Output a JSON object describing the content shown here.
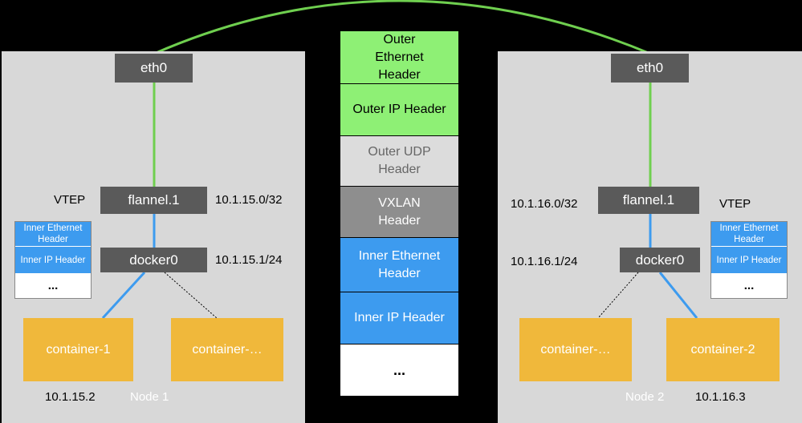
{
  "colors": {
    "background": "#000000",
    "node_panel": "#d8d8d8",
    "interface_box": "#5a5a5a",
    "container": "#f0b83b",
    "green_link": "#6fcf4f",
    "blue_link": "#3d9bef",
    "outer_header": "#8ef075",
    "udp_header": "#dcdcdc",
    "vxlan_header": "#8e8e8e",
    "inner_header": "#3d9bef"
  },
  "packet_stack": [
    {
      "label": "Outer Ethernet Header",
      "style": "green"
    },
    {
      "label": "Outer IP Header",
      "style": "green"
    },
    {
      "label": "Outer UDP Header",
      "style": "lightgray"
    },
    {
      "label": "VXLAN Header",
      "style": "darkgray"
    },
    {
      "label": "Inner Ethernet Header",
      "style": "blue"
    },
    {
      "label": "Inner IP Header",
      "style": "blue"
    },
    {
      "label": "...",
      "style": "white"
    }
  ],
  "node1": {
    "title": "Node 1",
    "eth0": "eth0",
    "flannel": "flannel.1",
    "vtep": "VTEP",
    "flannel_ip": "10.1.15.0/32",
    "docker": "docker0",
    "docker_ip": "10.1.15.1/24",
    "container_a": "container-1",
    "container_b": "container-…",
    "container_a_ip": "10.1.15.2",
    "mini_stack": [
      "Inner Ethernet Header",
      "Inner IP Header",
      "..."
    ]
  },
  "node2": {
    "title": "Node 2",
    "eth0": "eth0",
    "flannel": "flannel.1",
    "vtep": "VTEP",
    "flannel_ip": "10.1.16.0/32",
    "docker": "docker0",
    "docker_ip": "10.1.16.1/24",
    "container_a": "container-…",
    "container_b": "container-2",
    "container_b_ip": "10.1.16.3",
    "mini_stack": [
      "Inner Ethernet Header",
      "Inner IP Header",
      "..."
    ]
  }
}
